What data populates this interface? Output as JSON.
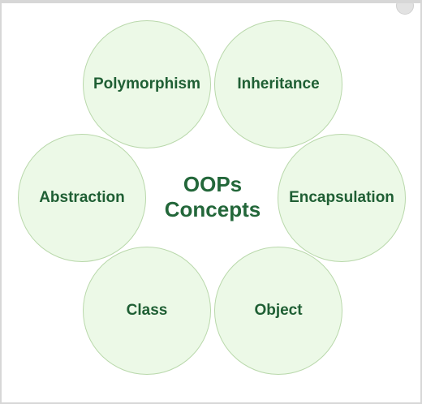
{
  "center": {
    "line1": "OOPs",
    "line2": "Concepts"
  },
  "concepts": {
    "polymorphism": "Polymorphism",
    "inheritance": "Inheritance",
    "abstraction": "Abstraction",
    "encapsulation": "Encapsulation",
    "class": "Class",
    "object": "Object"
  },
  "colors": {
    "circle_fill": "#eaf9e5",
    "circle_border": "#b9d8ab",
    "text": "#1f5f34"
  }
}
